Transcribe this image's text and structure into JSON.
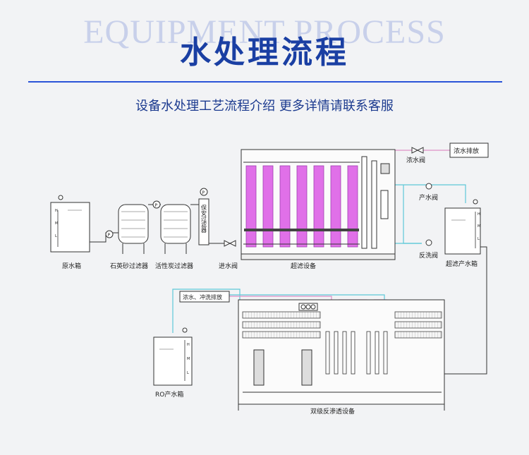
{
  "header": {
    "watermark": "EQUIPMENT PROCESS",
    "title": "水处理流程",
    "subtitle": "设备水处理工艺流程介绍 更多详情请联系客服"
  },
  "labels": {
    "raw_tank": "原水箱",
    "quartz_filter": "石英砂过滤器",
    "carbon_filter": "活性炭过滤器",
    "security_filter": "保安过滤器",
    "inlet_valve": "进水阀",
    "uf_equipment": "超滤设备",
    "conc_valve": "浓水阀",
    "conc_discharge": "浓水排放",
    "product_valve": "产水阀",
    "backwash_valve": "反洗阀",
    "uf_product_tank": "超滤产水箱",
    "conc_flush_discharge": "浓水、冲洗排放",
    "ro_product_tank": "RO产水箱",
    "ro_equipment": "双级反渗透设备",
    "gauge_letter": "P"
  },
  "colors": {
    "title": "#1a3fa3",
    "accent_line": "#2a54d8",
    "membrane": "#e070e8",
    "clean_pipe": "#5ec8d8",
    "conc_pipe": "#e090c8"
  }
}
